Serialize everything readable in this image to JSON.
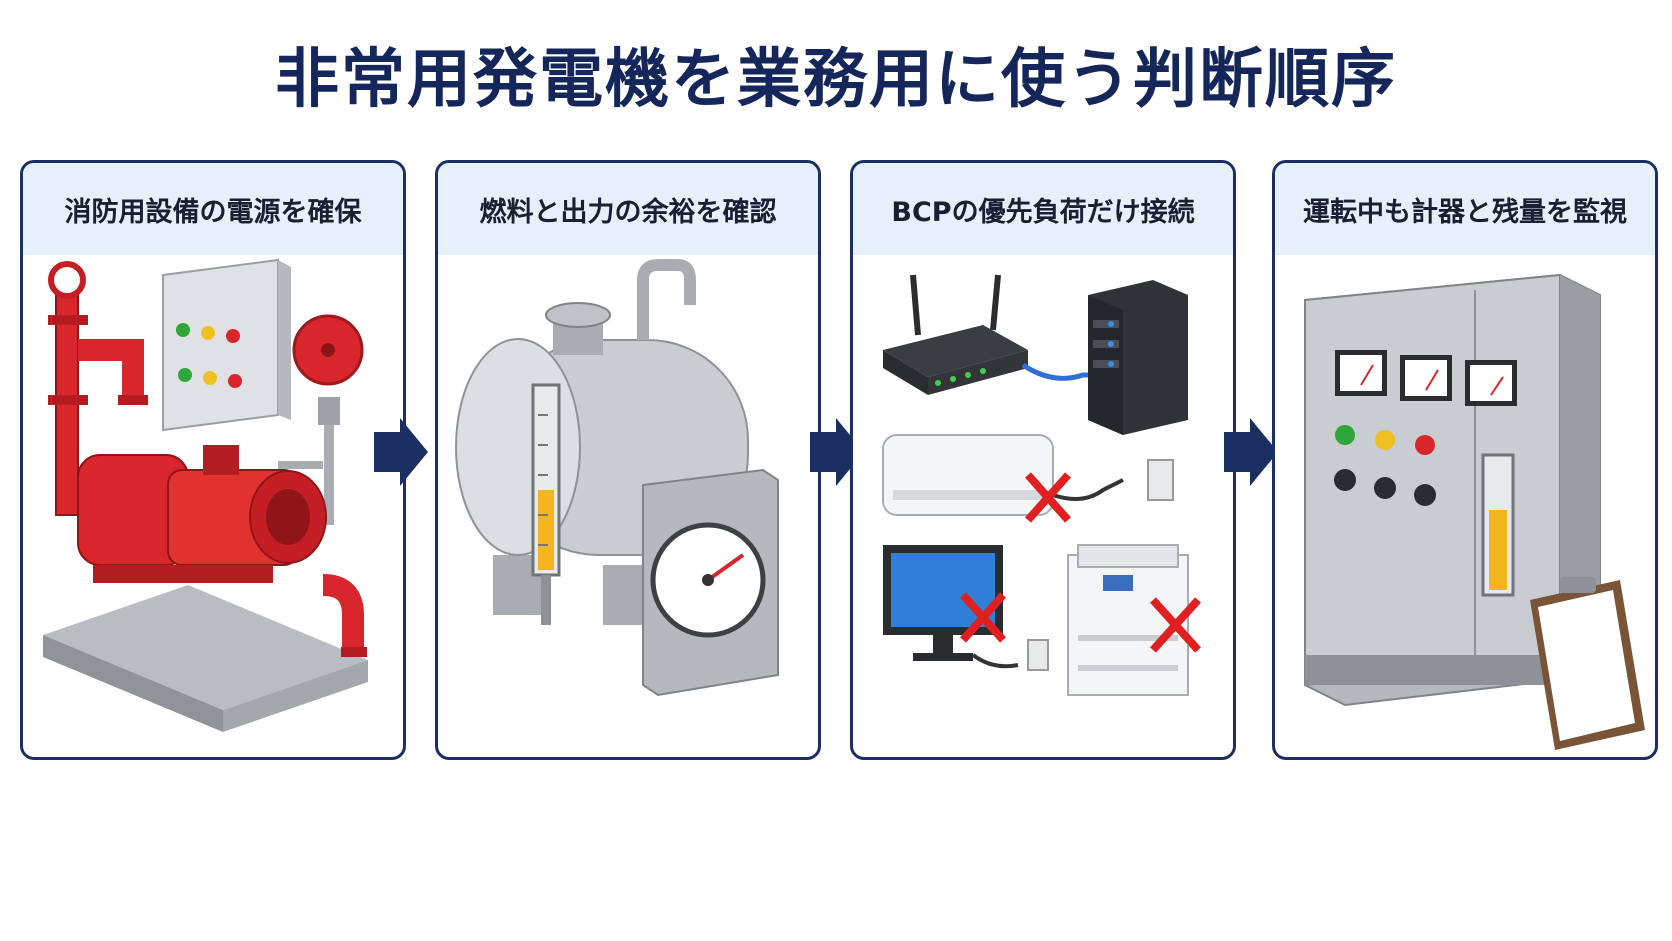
{
  "title": "非常用発電機を業務用に使う判断順序",
  "steps": [
    {
      "label": "消防用設備の電源を確保"
    },
    {
      "label": "燃料と出力の余裕を確認"
    },
    {
      "label": "BCPの優先負荷だけ接続"
    },
    {
      "label": "運転中も計器と残量を監視"
    }
  ],
  "colors": {
    "title": "#15275a",
    "panel_border": "#1b2f63",
    "panel_header": "#e6f0fa",
    "arrow": "#1b2f63",
    "pump_red": "#d8262c",
    "tank_grey": "#c9ccd1",
    "fuel_yellow": "#f2b71f",
    "cross_red": "#e02020"
  },
  "icons": [
    "fire-pump-icon",
    "control-box-icon",
    "alarm-bell-icon",
    "fuel-tank-icon",
    "pressure-gauge-icon",
    "router-icon",
    "server-icon",
    "air-conditioner-icon",
    "monitor-icon",
    "printer-icon",
    "power-plug-icon",
    "cross-mark-icon",
    "control-panel-icon",
    "analog-meter-icon",
    "level-gauge-icon",
    "clipboard-icon"
  ]
}
